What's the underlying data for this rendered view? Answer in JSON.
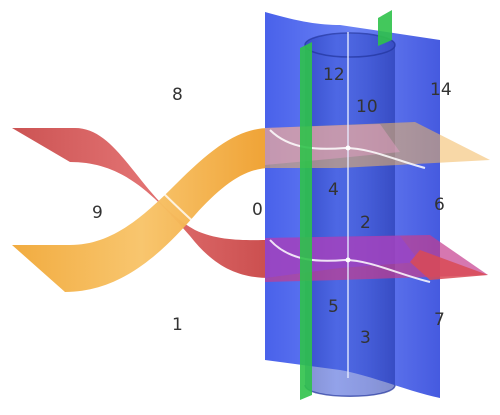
{
  "diagram": {
    "colors": {
      "red_sheet": "#d95a5a",
      "orange_sheet": "#f3b03e",
      "blue_sheet": "#3e5cf0",
      "green_sheet": "#2fc24a",
      "purple_sheet": "#8f45d8",
      "cylinder": "#2e46c8"
    },
    "region_labels": [
      {
        "id": "label-12",
        "text": "12"
      },
      {
        "id": "label-14",
        "text": "14"
      },
      {
        "id": "label-8",
        "text": "8"
      },
      {
        "id": "label-10",
        "text": "10"
      },
      {
        "id": "label-9",
        "text": "9"
      },
      {
        "id": "label-0",
        "text": "0"
      },
      {
        "id": "label-4",
        "text": "4"
      },
      {
        "id": "label-6",
        "text": "6"
      },
      {
        "id": "label-2",
        "text": "2"
      },
      {
        "id": "label-1",
        "text": "1"
      },
      {
        "id": "label-5",
        "text": "5"
      },
      {
        "id": "label-7",
        "text": "7"
      },
      {
        "id": "label-3",
        "text": "3"
      }
    ]
  }
}
